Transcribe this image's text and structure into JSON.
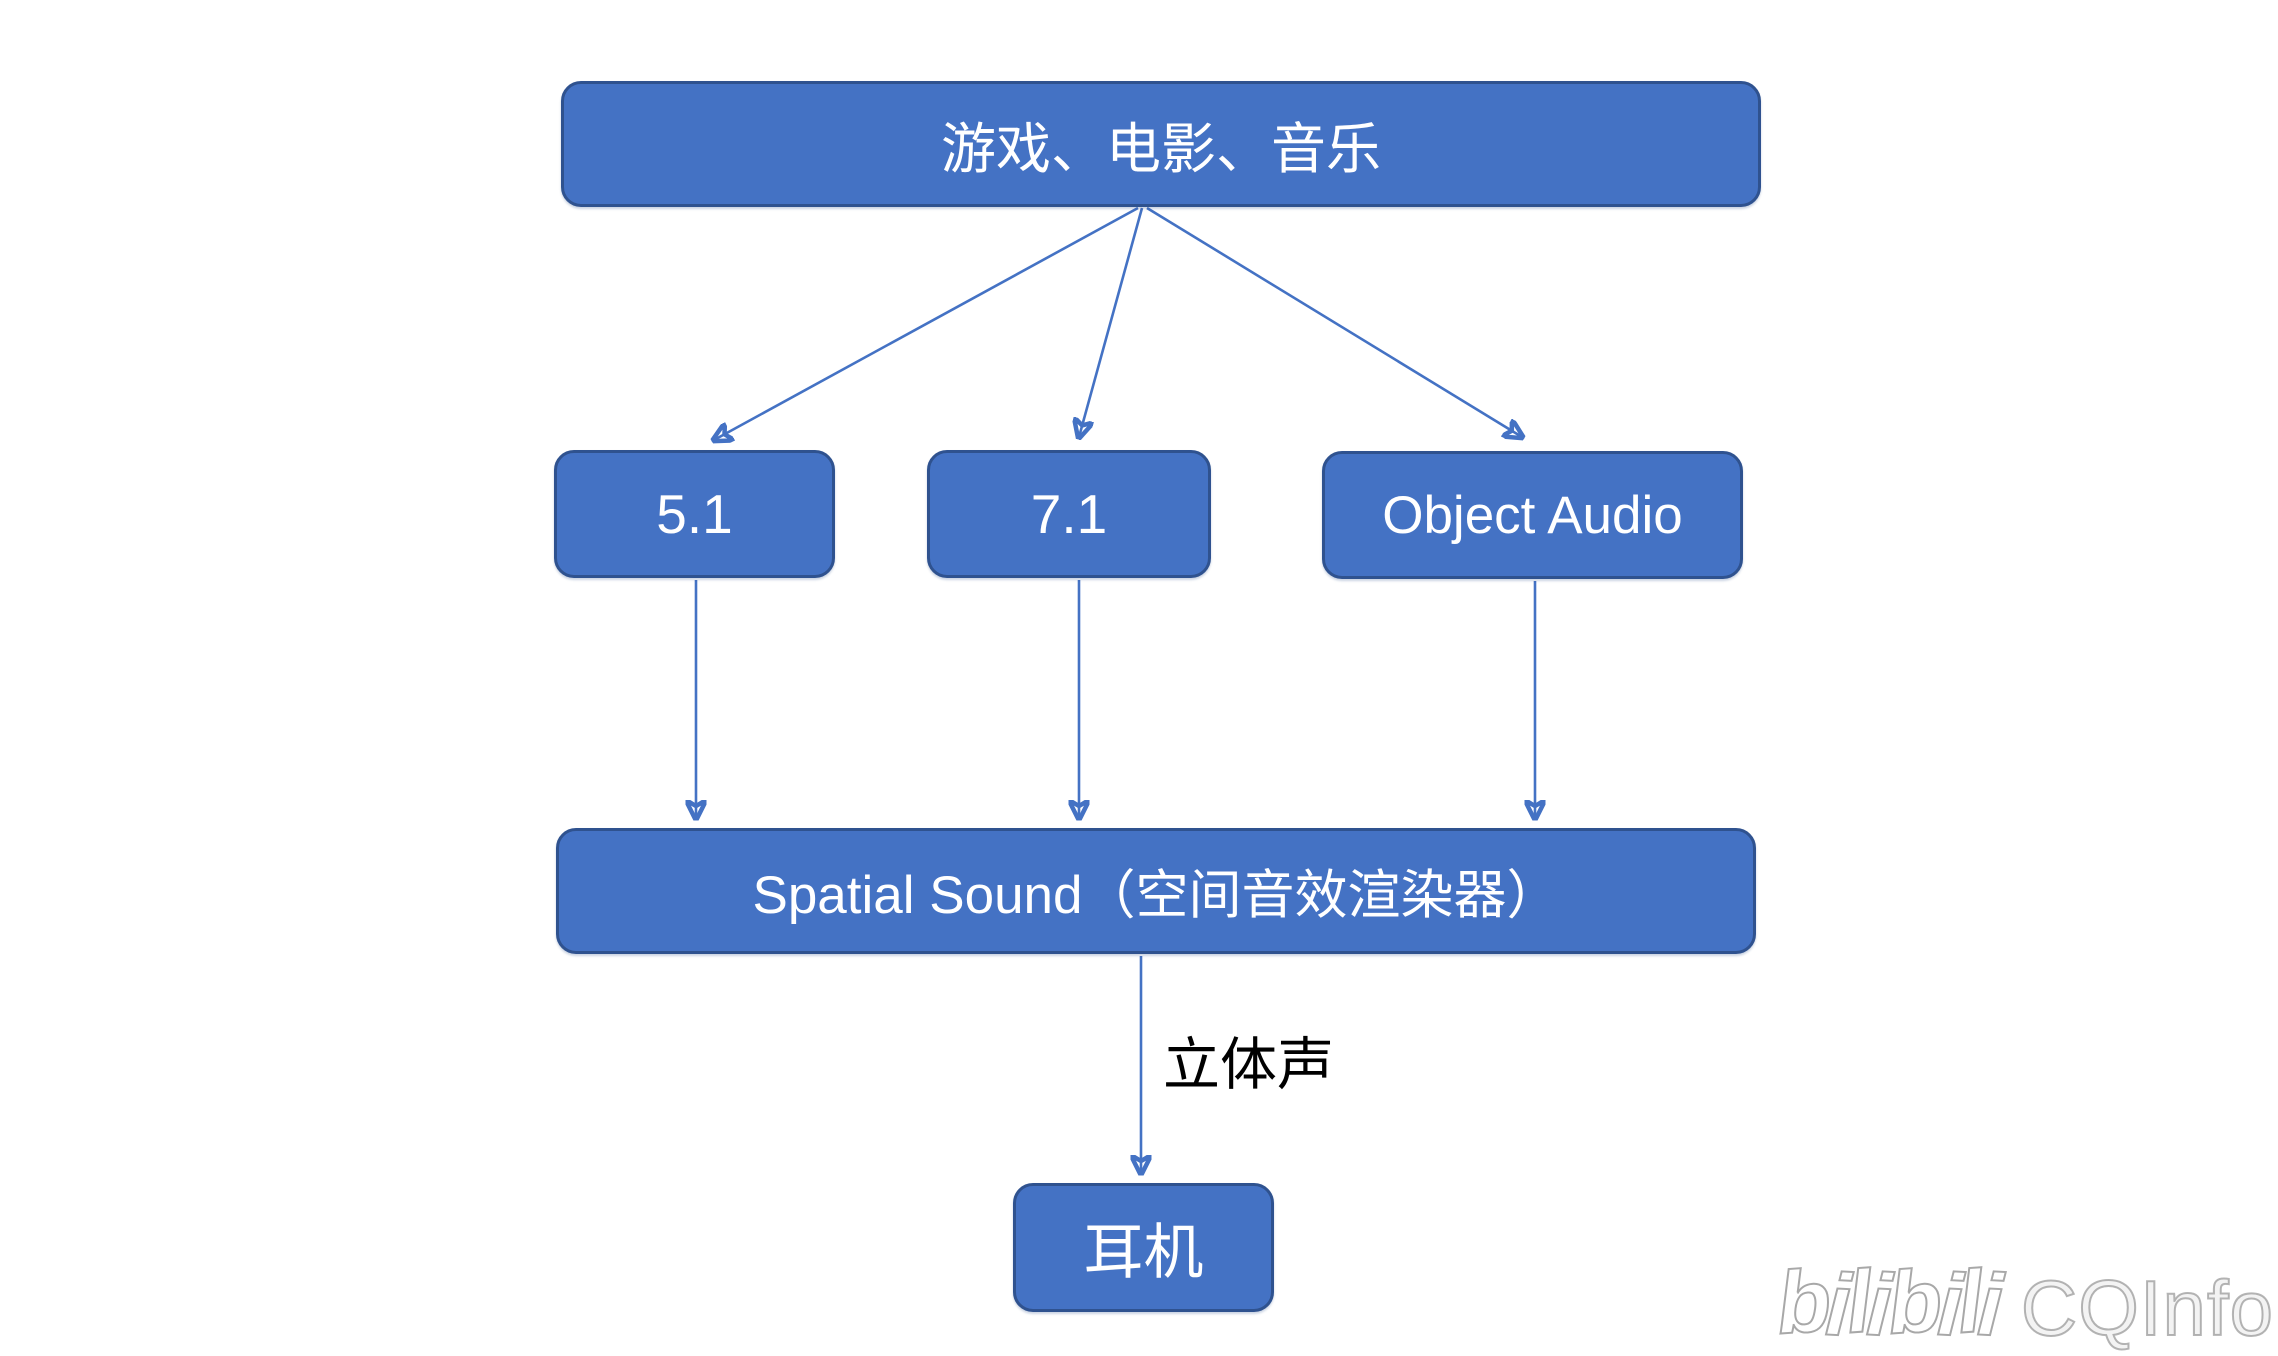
{
  "diagram": {
    "source_box": {
      "label": "游戏、电影、音乐"
    },
    "format_boxes": [
      {
        "label": "5.1"
      },
      {
        "label": "7.1"
      },
      {
        "label": "Object Audio"
      }
    ],
    "renderer_box": {
      "label": "Spatial Sound（空间音效渲染器）"
    },
    "edge_label": "立体声",
    "output_box": {
      "label": "耳机"
    },
    "colors": {
      "box_fill": "#4472C4",
      "box_border": "#2F528F",
      "arrow": "#4472C4",
      "box_text": "#FFFFFF",
      "edge_label_text": "#000000",
      "background": "#FFFFFF"
    }
  },
  "watermark": {
    "brand": "bilibili",
    "suffix": "CQInfo"
  }
}
